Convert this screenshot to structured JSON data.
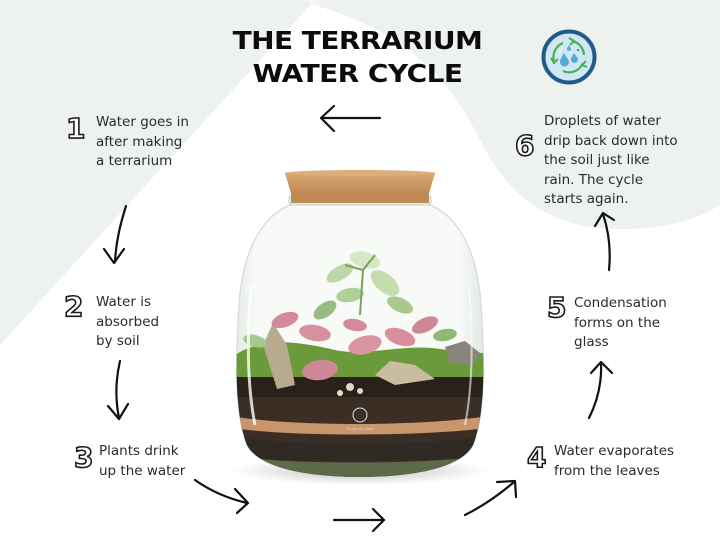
{
  "title": {
    "line1": "THE TERRARIUM",
    "line2": "WATER CYCLE"
  },
  "badge_icon": "water-cycle-icon",
  "steps": [
    {
      "number": "1",
      "lines": [
        "Water goes in",
        "after making",
        "a terrarium"
      ]
    },
    {
      "number": "2",
      "lines": [
        "Water is",
        "absorbed",
        "by soil"
      ]
    },
    {
      "number": "3",
      "lines": [
        "Plants drink",
        "up the water"
      ]
    },
    {
      "number": "4",
      "lines": [
        "Water evaporates",
        "from the leaves"
      ]
    },
    {
      "number": "5",
      "lines": [
        "Condensation",
        "forms on the",
        "glass"
      ]
    },
    {
      "number": "6",
      "lines": [
        "Droplets of water",
        "drip back down into",
        "the soil just like",
        "rain. The cycle",
        "starts again."
      ]
    }
  ],
  "jar": {
    "brand_label": "Tropical Glass"
  },
  "colors": {
    "background": "#ffffff",
    "shape_tint": "#eef2ee",
    "text": "#2a2a2a",
    "title": "#0c0c0c",
    "badge_ring": "#1f5a8a",
    "badge_fill": "#cfe8f4",
    "badge_arrow": "#4caf50",
    "drop": "#5aa8d8",
    "cork": "#c8955e"
  }
}
